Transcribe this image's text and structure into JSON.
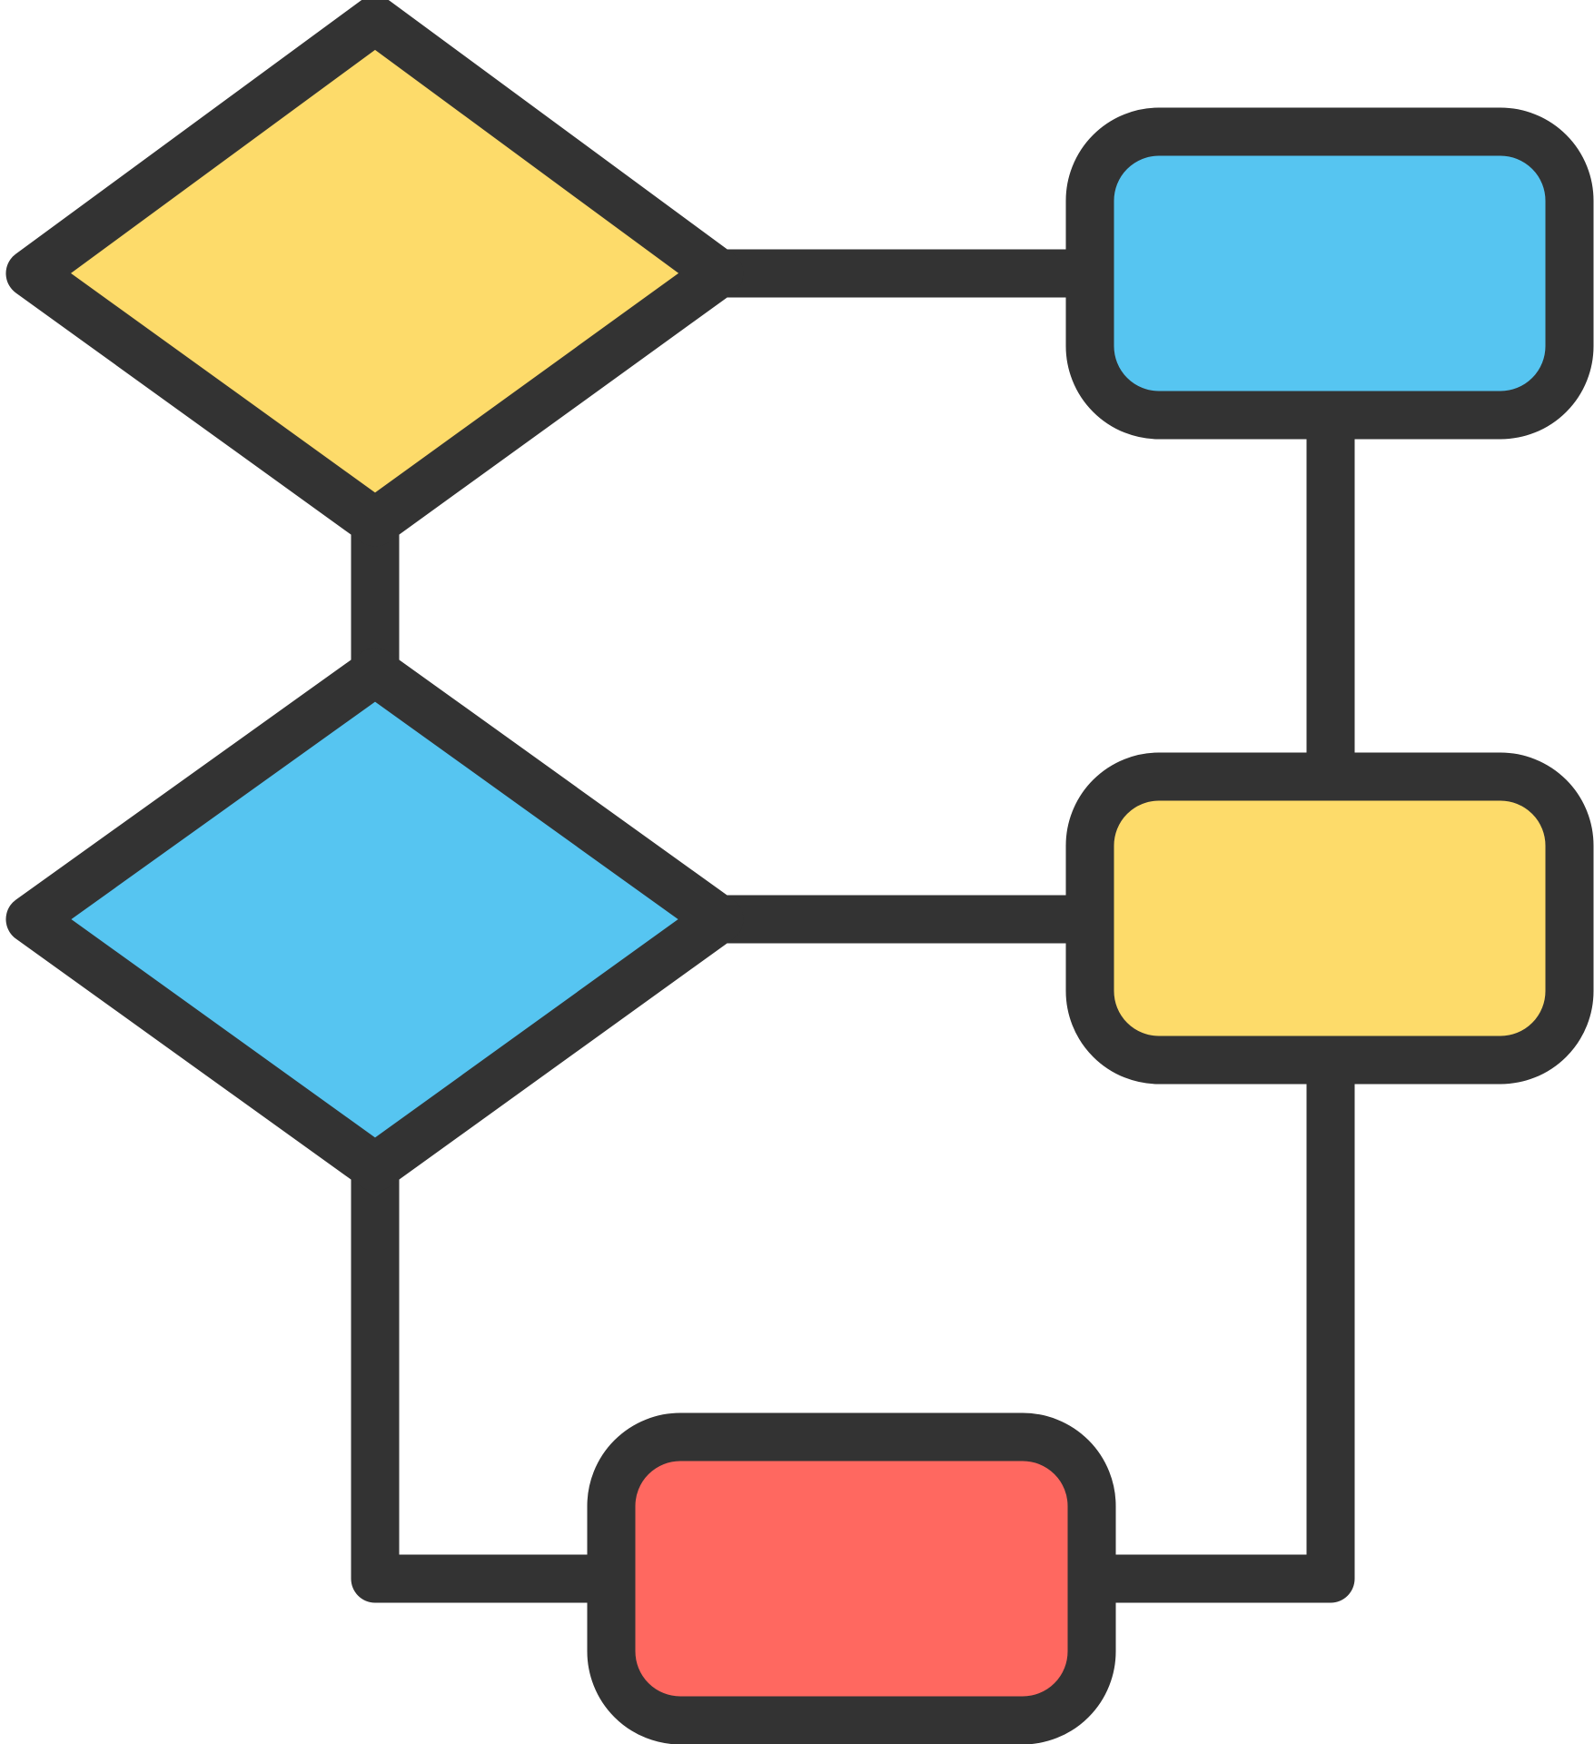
{
  "diagram": {
    "type": "flowchart-icon",
    "colors": {
      "stroke": "#333333",
      "yellow": "#FDDB6A",
      "blue": "#56C5F1",
      "red": "#FF6860",
      "background": "#FFFFFF"
    },
    "nodes": [
      {
        "id": "decision-top",
        "shape": "diamond",
        "fill": "yellow",
        "label": ""
      },
      {
        "id": "decision-middle",
        "shape": "diamond",
        "fill": "blue",
        "label": ""
      },
      {
        "id": "process-top-right",
        "shape": "rounded-rectangle",
        "fill": "blue",
        "label": ""
      },
      {
        "id": "process-middle-right",
        "shape": "rounded-rectangle",
        "fill": "yellow",
        "label": ""
      },
      {
        "id": "process-bottom",
        "shape": "rounded-rectangle",
        "fill": "red",
        "label": ""
      }
    ],
    "edges": [
      {
        "from": "decision-top",
        "to": "process-top-right"
      },
      {
        "from": "decision-top",
        "to": "decision-middle"
      },
      {
        "from": "process-top-right",
        "to": "process-middle-right"
      },
      {
        "from": "decision-middle",
        "to": "process-middle-right"
      },
      {
        "from": "decision-middle",
        "to": "process-bottom"
      },
      {
        "from": "process-middle-right",
        "to": "process-bottom"
      }
    ]
  }
}
